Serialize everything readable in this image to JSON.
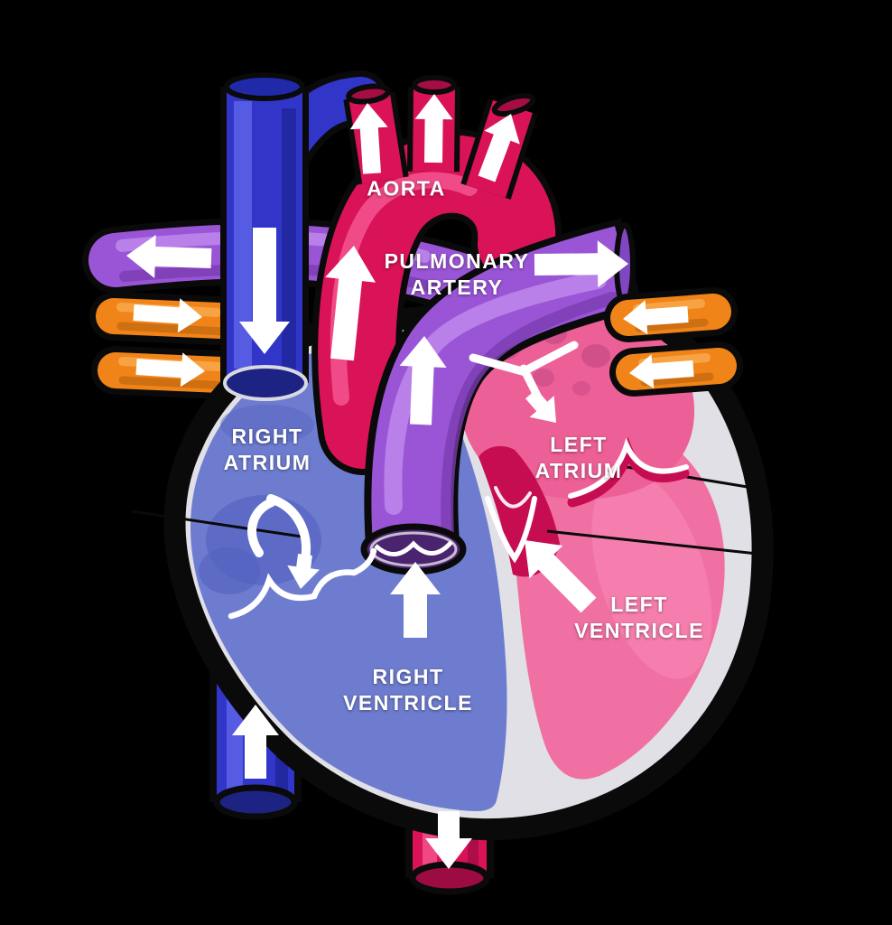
{
  "labels": {
    "aorta": "AORTA",
    "pulmonary_artery": [
      "PULMONARY",
      "ARTERY"
    ],
    "right_atrium": [
      "RIGHT",
      "ATRIUM"
    ],
    "left_atrium": [
      "LEFT",
      "ATRIUM"
    ],
    "right_ventricle": [
      "RIGHT",
      "VENTRICLE"
    ],
    "left_ventricle": [
      "LEFT",
      "VENTRICLE"
    ]
  },
  "colors": {
    "background": "#000000",
    "vena_cava_blue": "#3136c9",
    "heart_blue": "#6e7ccf",
    "aorta_crimson": "#da1257",
    "ventricle_pink": "#f170a4",
    "atrium_pink": "#ed5f97",
    "deep_crimson": "#c60d51",
    "pulmonary_purple": "#9a55d6",
    "pulmonary_vein_orange": "#f08418",
    "heart_wall_gray": "#e0e0e6",
    "outline_black": "#0a0a0a",
    "arrow_white": "#ffffff"
  }
}
